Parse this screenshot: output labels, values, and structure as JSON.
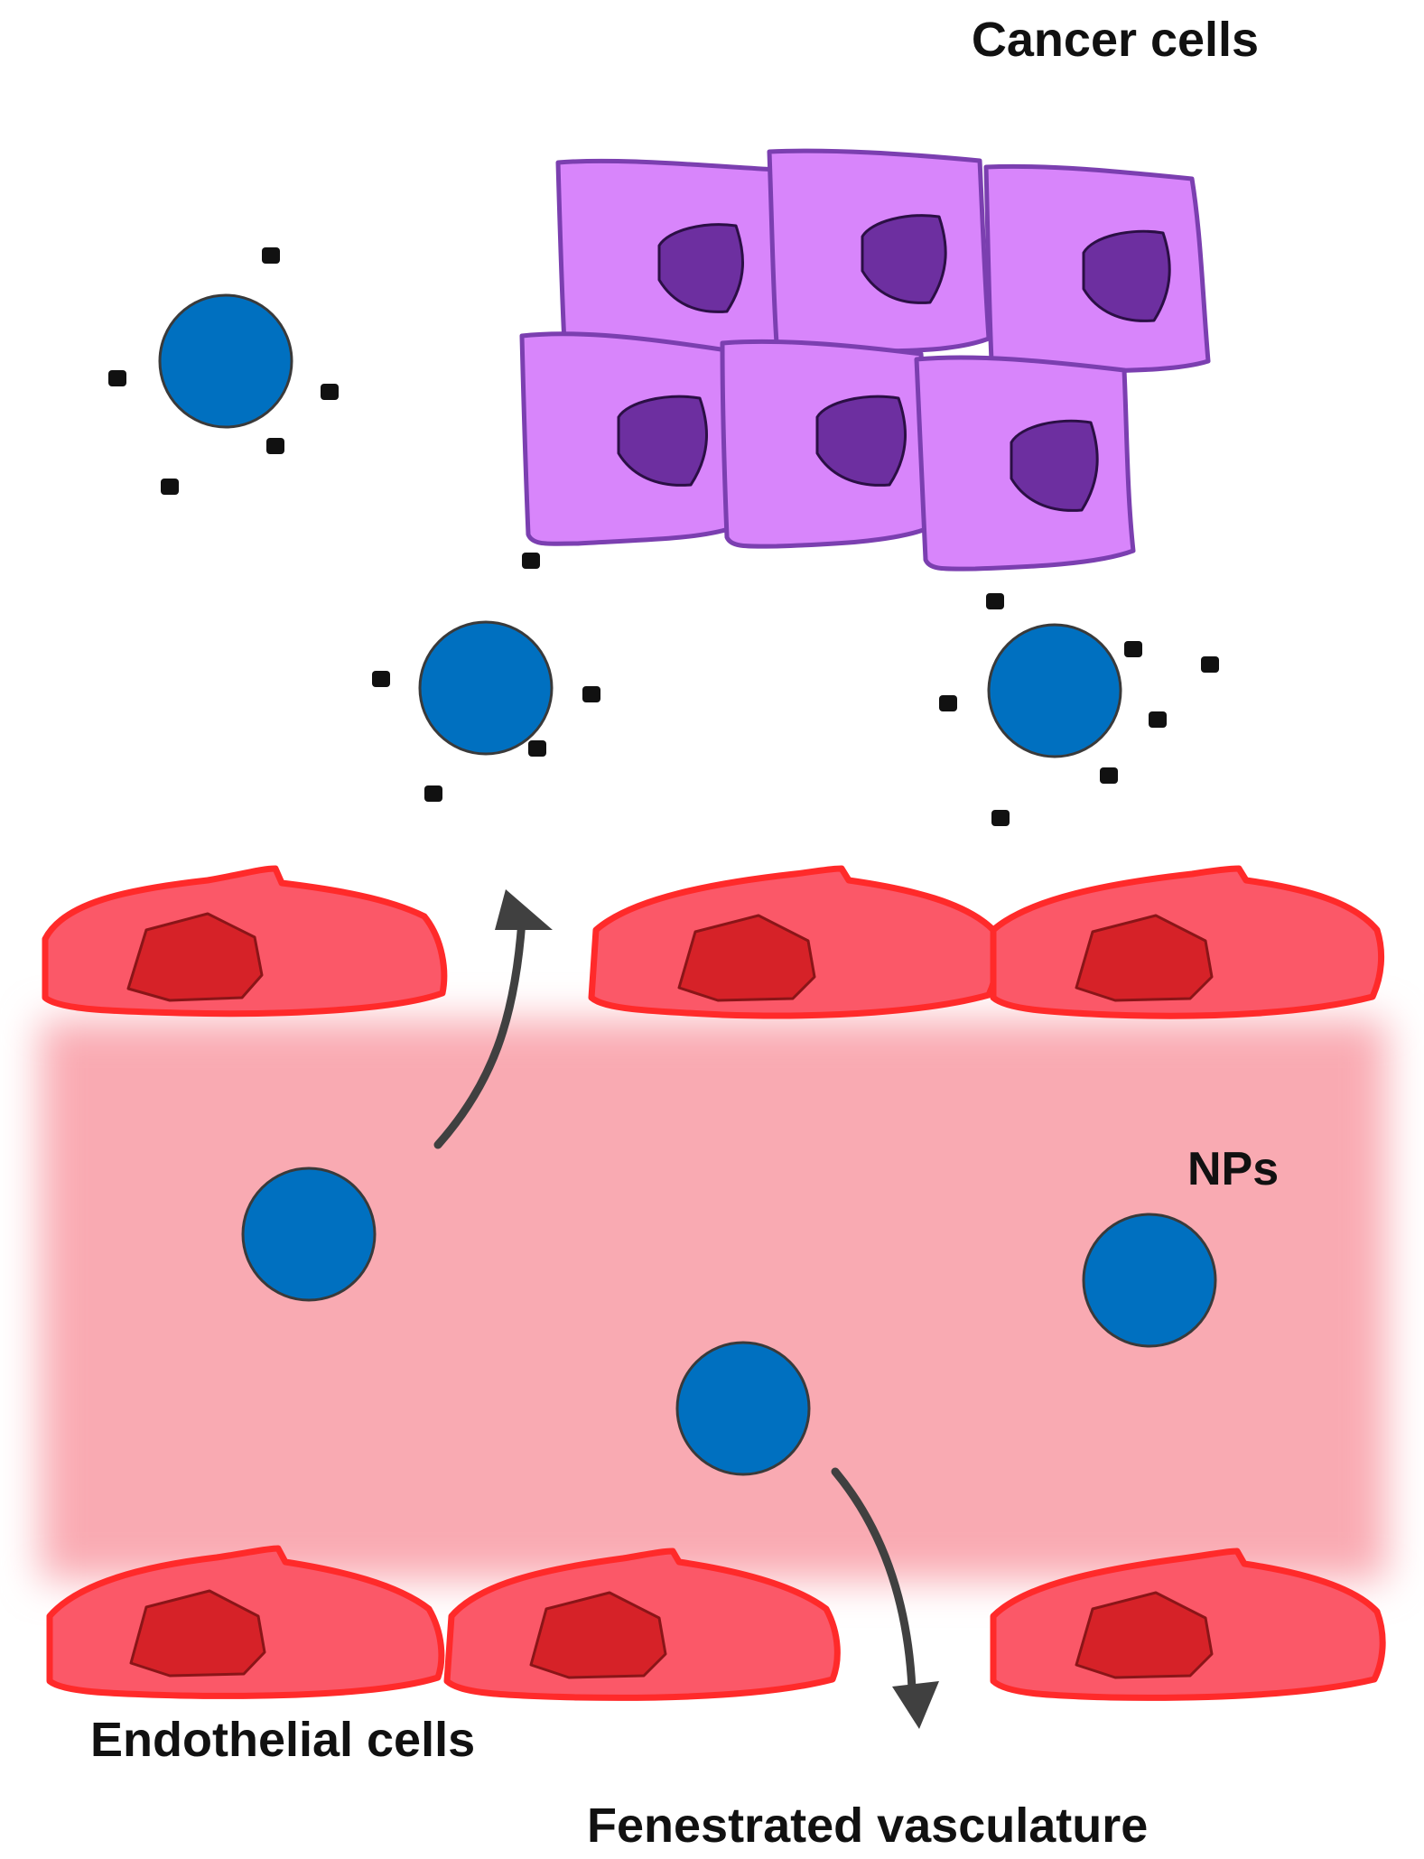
{
  "labels": {
    "cancer_cells": "Cancer cells",
    "nps": "NPs",
    "endothelial_cells": "Endothelial cells",
    "fenestrated_vasculature": "Fenestrated vasculature"
  },
  "colors": {
    "vessel": "#f9aab2",
    "endothelial_fill": "#fb5868",
    "endothelial_border": "#ff2a2a",
    "endothelial_nucleus": "#d62228",
    "cancer_fill": "#d885fb",
    "cancer_border": "#7b3fb0",
    "cancer_nucleus": "#6d2fa0",
    "nanoparticle": "#0070c0",
    "drug": "#111111",
    "arrow": "#404040"
  }
}
